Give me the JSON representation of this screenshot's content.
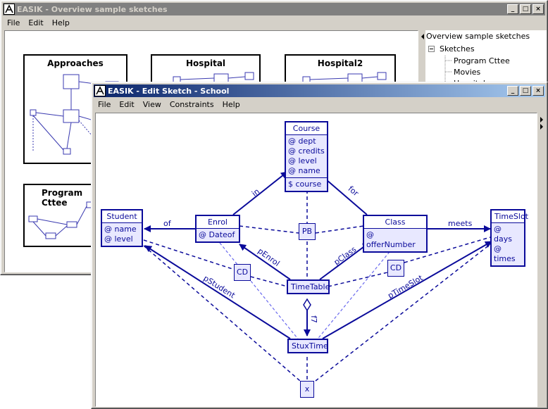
{
  "overview": {
    "title": "EASIK - Overview sample sketches",
    "menu": [
      "File",
      "Edit",
      "Help"
    ],
    "thumbnails": [
      "Approaches",
      "Hospital",
      "Hospital2",
      "Program Cttee"
    ],
    "tree": {
      "root": "Overview sample sketches",
      "folder": "Sketches",
      "items": [
        "Program Cttee",
        "Movies",
        "Hospital"
      ]
    }
  },
  "sketch": {
    "title": "EASIK - Edit Sketch - School",
    "menu": [
      "File",
      "Edit",
      "View",
      "Constraints",
      "Help"
    ],
    "entities": {
      "course": {
        "name": "Course",
        "attrs": [
          "@ dept",
          "@ credits",
          "@ level",
          "@ name"
        ],
        "keys": [
          "$ course"
        ]
      },
      "student": {
        "name": "Student",
        "attrs": [
          "@ name",
          "@ level"
        ]
      },
      "enrol": {
        "name": "Enrol",
        "attrs": [
          "@ Dateof"
        ]
      },
      "class": {
        "name": "Class",
        "attrs": [
          "@ offerNumber"
        ]
      },
      "timeslot": {
        "name": "TimeSlot",
        "attrs": [
          "@ days",
          "@ times"
        ]
      },
      "timetable": {
        "name": "TimeTable"
      },
      "stuxtime": {
        "name": "StuxTime"
      }
    },
    "constraints": {
      "pb": "PB",
      "cd1": "CD",
      "cd2": "CD",
      "x": "x"
    },
    "edge_labels": {
      "in": "in",
      "for": "for",
      "of": "of",
      "meets": "meets",
      "penrol": "pEnrol",
      "pclass": "pClass",
      "pstudent": "pStudent",
      "ptimeslot": "pTimeSlot",
      "f7": "f7"
    }
  },
  "colors": {
    "node_border": "#0a0a9a",
    "node_fill": "#e8e8ff",
    "title_active": "#0a246a"
  }
}
